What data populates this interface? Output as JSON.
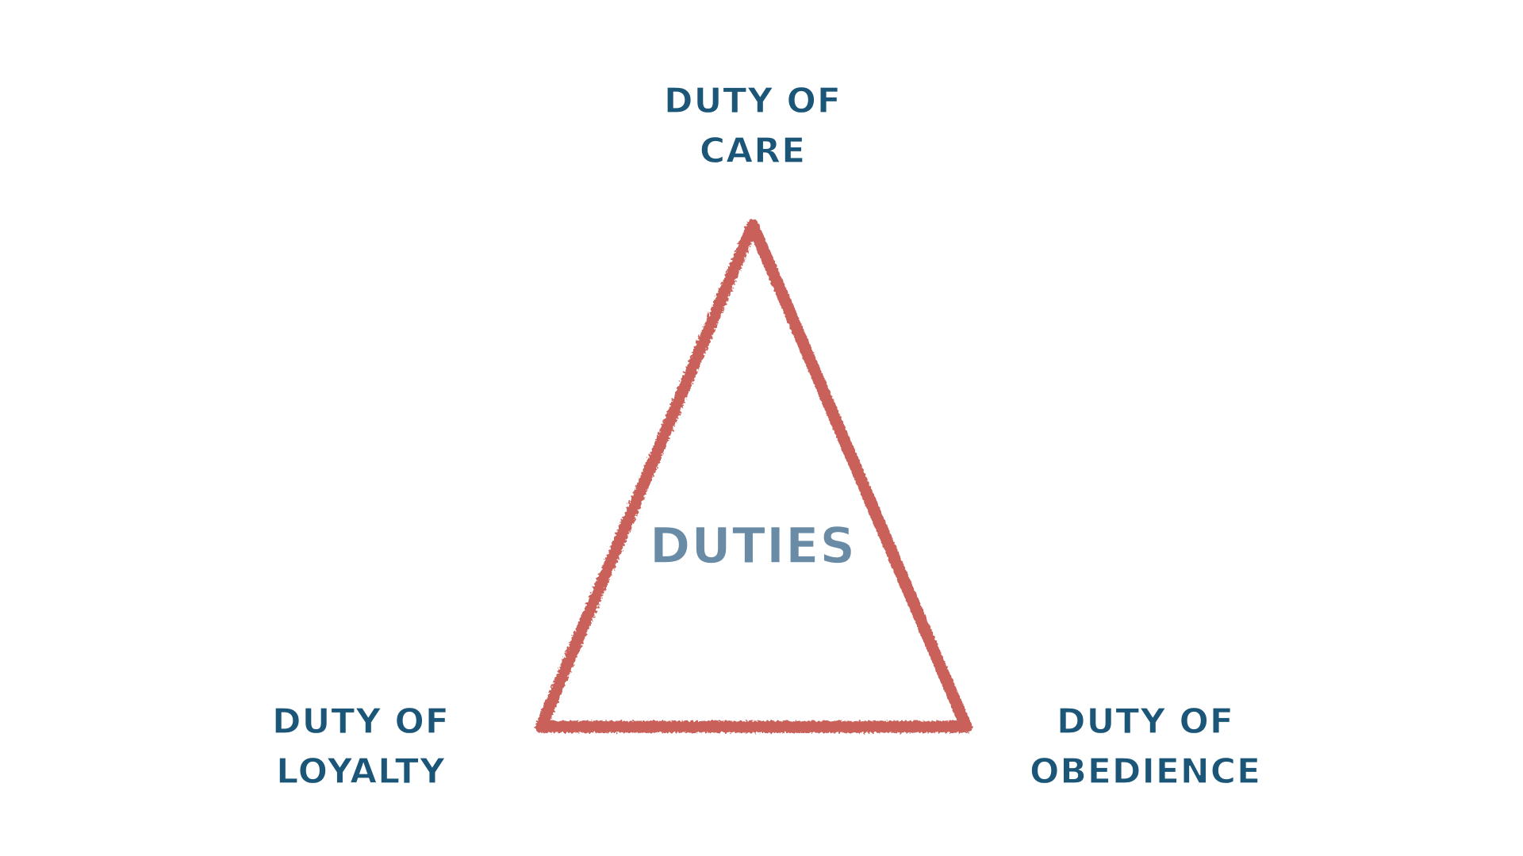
{
  "center": {
    "label": "Duties"
  },
  "nodes": {
    "top": {
      "line1": "Duty of",
      "line2": "Care"
    },
    "bottom_left": {
      "line1": "Duty of",
      "line2": "Loyalty"
    },
    "bottom_right": {
      "line1": "Duty of",
      "line2": "Obedience"
    }
  },
  "colors": {
    "triangle": "#c9605a",
    "label": "#1b5577",
    "center": "#6a8ba5"
  }
}
